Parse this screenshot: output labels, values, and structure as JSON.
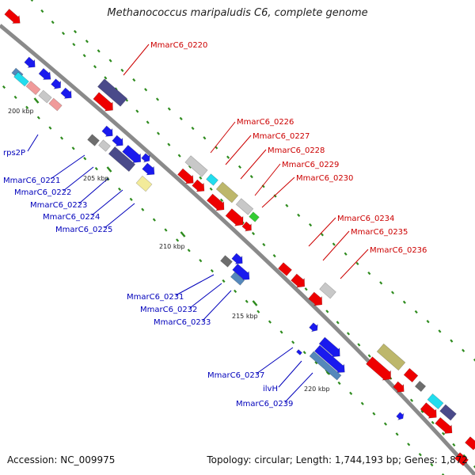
{
  "title": "Methanococcus maripaludis C6, complete genome",
  "footer": {
    "accession": "Accession: NC_009975",
    "summary": "Topology: circular; Length: 1,744,193 bp; Genes: 1,872"
  },
  "colors": {
    "backbone": "#8f8f8f",
    "tick": "#2e8b1e",
    "red_label": "#cc0000",
    "blue_label": "#0000bb",
    "gene_red": "#ee0000",
    "gene_blue": "#1a1aee",
    "gene_navy": "#4a4a8a",
    "gene_grey": "#c8c8c8",
    "gene_dark_grey": "#6d6d6d",
    "gene_khaki": "#bdb76b",
    "gene_pale_yellow": "#f3eb9a",
    "gene_cyan": "#22ddee",
    "gene_pink": "#f09a9a",
    "gene_green": "#33cc33",
    "gene_steel": "#5588bb"
  },
  "kbp_labels": [
    "200 kbp",
    "205 kbp",
    "210 kbp",
    "215 kbp",
    "220 kbp"
  ],
  "red_labels": [
    "MmarC6_0220",
    "MmarC6_0226",
    "MmarC6_0227",
    "MmarC6_0228",
    "MmarC6_0229",
    "MmarC6_0230",
    "MmarC6_0234",
    "MmarC6_0235",
    "MmarC6_0236"
  ],
  "blue_labels": [
    "rps2P",
    "MmarC6_0221",
    "MmarC6_0222",
    "MmarC6_0223",
    "MmarC6_0224",
    "MmarC6_0225",
    "MmarC6_0231",
    "MmarC6_0232",
    "MmarC6_0233",
    "MmarC6_0237",
    "ilvH",
    "MmarC6_0239"
  ]
}
